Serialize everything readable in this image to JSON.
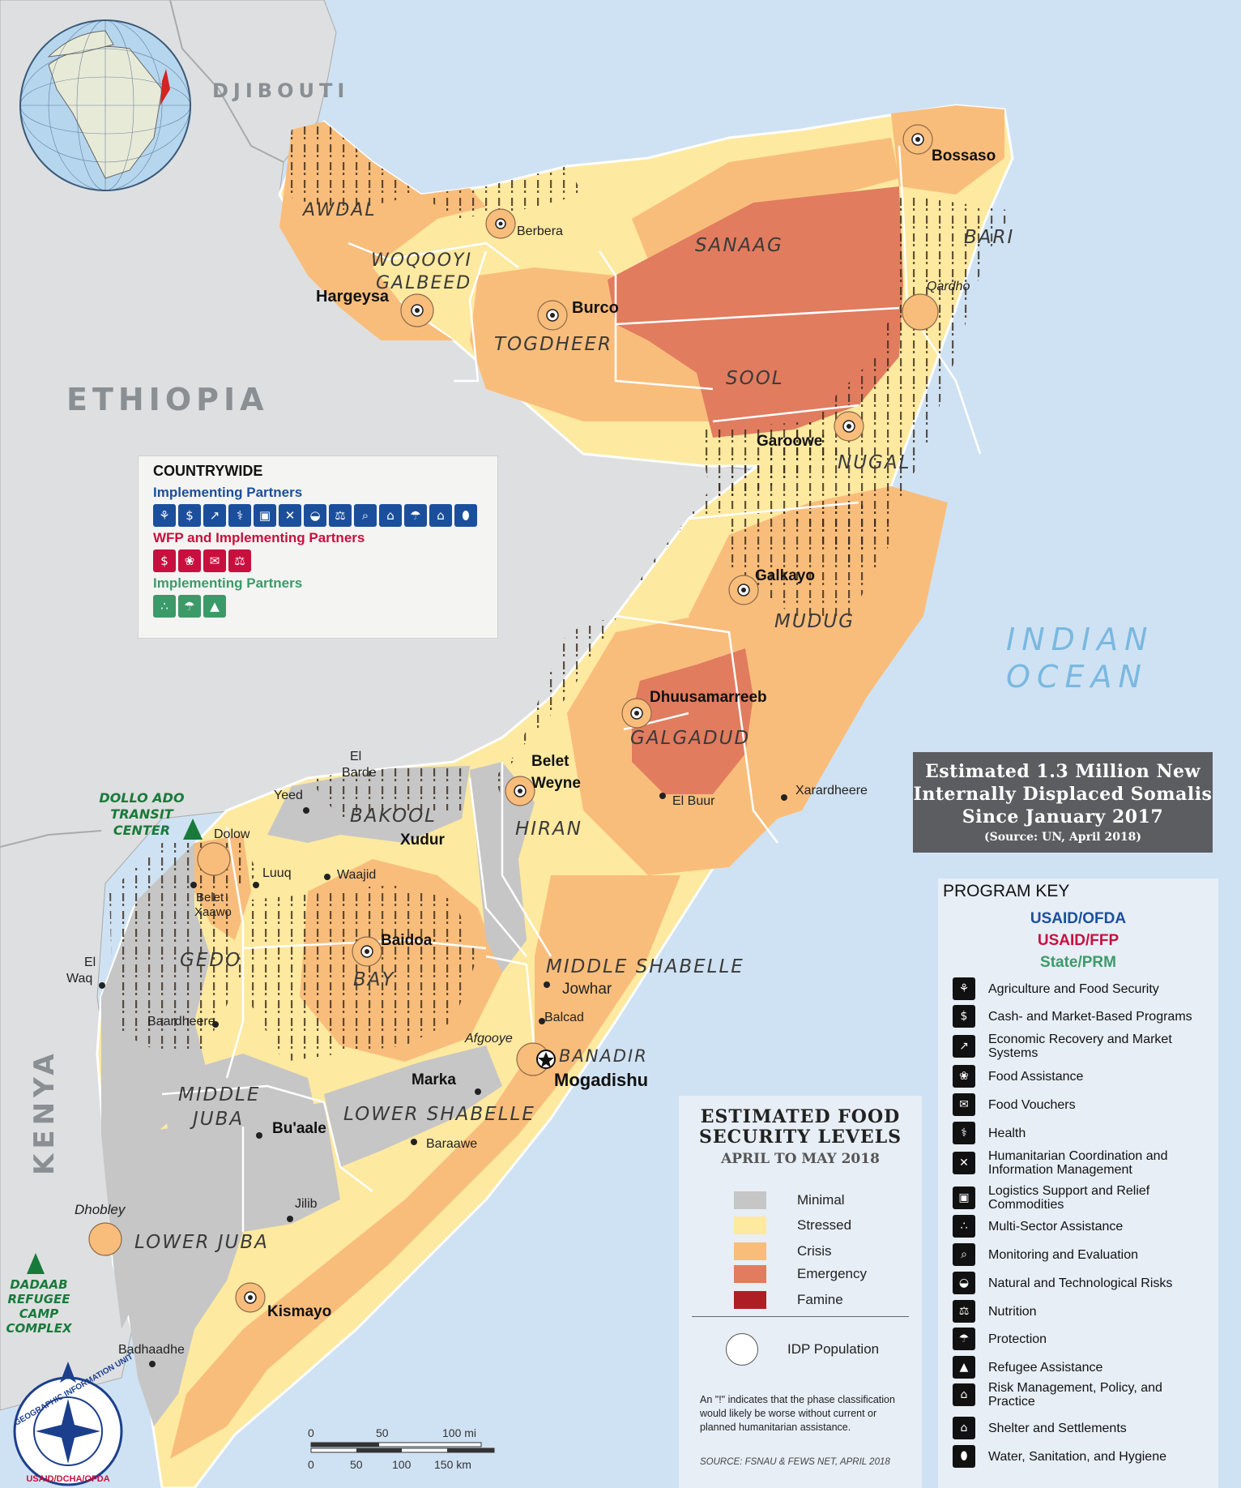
{
  "countries": {
    "djibouti": "DJIBOUTI",
    "ethiopia": "ETHIOPIA",
    "kenya": "KENYA",
    "ocean": [
      "INDIAN",
      "OCEAN"
    ]
  },
  "regions": {
    "awdal": "AWDAL",
    "woqooyi": [
      "WOQOOYI",
      "GALBEED"
    ],
    "togdheer": "TOGDHEER",
    "sanaag": "SANAAG",
    "sool": "SOOL",
    "bari": "BARI",
    "nugal": "NUGAL",
    "mudug": "MUDUG",
    "galgadud": "GALGADUD",
    "hiran": "HIRAN",
    "bakool": "BAKOOL",
    "gedo": "GEDO",
    "bay": "BAY",
    "middle_shabelle": "MIDDLE SHABELLE",
    "banadir": "BANADIR",
    "lower_shabelle": "LOWER SHABELLE",
    "middle_juba": [
      "MIDDLE",
      "JUBA"
    ],
    "lower_juba": "LOWER JUBA"
  },
  "cities": {
    "bossaso": "Bossaso",
    "hargeysa": "Hargeysa",
    "burco": "Burco",
    "garoowe": "Garoowe",
    "galkayo": "Galkayo",
    "dhuusamarreeb": "Dhuusamarreeb",
    "belet_weyne": [
      "Belet",
      "Weyne"
    ],
    "xudur": "Xudur",
    "baidoa": "Baidoa",
    "mogadishu": "Mogadishu",
    "marka": "Marka",
    "buaale": "Bu'aale",
    "kismayo": "Kismayo"
  },
  "towns": {
    "berbera": "Berbera",
    "qardho": "Qardho",
    "el_buur": "El Buur",
    "xarardheere": "Xarardheere",
    "el_barde": [
      "El",
      "Barde"
    ],
    "yeed": "Yeed",
    "dolow": "Dolow",
    "luuq": "Luuq",
    "waajid": "Waajid",
    "belet_xaawo": [
      "Belet",
      "Xaawo"
    ],
    "el_waq": [
      "El",
      "Waq"
    ],
    "baardheere": "Baardheere",
    "jowhar": "Jowhar",
    "balcad": "Balcad",
    "afgooye": "Afgooye",
    "baraawe": "Baraawe",
    "jilib": "Jilib",
    "dhobley": "Dhobley",
    "badhaadhe": "Badhaadhe"
  },
  "camps": {
    "dollo_ado": [
      "DOLLO ADO",
      "TRANSIT",
      "CENTER"
    ],
    "dadaab": [
      "DADAAB",
      "REFUGEE",
      "CAMP",
      "COMPLEX"
    ]
  },
  "countrywide": {
    "title": "COUNTRYWIDE",
    "ofda_partners": "Implementing Partners",
    "ofda_icons": [
      "agriculture-icon",
      "cash-icon",
      "economic-icon",
      "health-icon",
      "logistics-icon",
      "coordination-icon",
      "natural-risk-icon",
      "nutrition-icon",
      "monitoring-icon",
      "risk-management-icon",
      "protection-icon",
      "shelter-icon",
      "water-icon"
    ],
    "ffp_partners": "WFP and Implementing Partners",
    "ffp_icons": [
      "cash-icon",
      "food-assistance-icon",
      "food-vouchers-icon",
      "nutrition-icon"
    ],
    "prm_partners": "Implementing Partners",
    "prm_icons": [
      "multi-sector-icon",
      "protection-icon",
      "refugee-icon"
    ]
  },
  "idp_box": {
    "lines": [
      "Estimated 1.3 Million New",
      "Internally Displaced Somalis",
      "Since January 2017"
    ],
    "source": "(Source: UN, April 2018)"
  },
  "food_legend": {
    "title": [
      "ESTIMATED FOOD",
      "SECURITY LEVELS"
    ],
    "period": "APRIL TO MAY 2018",
    "levels": [
      {
        "label": "Minimal",
        "color": "#c6c6c6"
      },
      {
        "label": "Stressed",
        "color": "#fde9a0"
      },
      {
        "label": "Crisis",
        "color": "#f9bd7b"
      },
      {
        "label": "Emergency",
        "color": "#e17c5f"
      },
      {
        "label": "Famine",
        "color": "#ad1f24"
      }
    ],
    "idp_label": "IDP Population",
    "note": "An \"!\" indicates that the phase classification would likely be worse without current or planned humanitarian assistance.",
    "source": "SOURCE: FSNAU & FEWS NET, APRIL 2018"
  },
  "program_key": {
    "title": "PROGRAM KEY",
    "agencies": [
      {
        "label": "USAID/OFDA",
        "color": "#1b4f9c"
      },
      {
        "label": "USAID/FFP",
        "color": "#c8103e"
      },
      {
        "label": "State/PRM",
        "color": "#3c9a69"
      }
    ],
    "items": [
      {
        "label": "Agriculture and Food Security",
        "icon": "agriculture-icon"
      },
      {
        "label": "Cash- and Market-Based Programs",
        "icon": "cash-icon"
      },
      {
        "label": "Economic Recovery and Market Systems",
        "icon": "economic-icon"
      },
      {
        "label": "Food Assistance",
        "icon": "food-assistance-icon"
      },
      {
        "label": "Food Vouchers",
        "icon": "food-vouchers-icon"
      },
      {
        "label": "Health",
        "icon": "health-icon"
      },
      {
        "label": "Humanitarian Coordination and Information Management",
        "icon": "coordination-icon"
      },
      {
        "label": "Logistics Support and Relief Commodities",
        "icon": "logistics-icon"
      },
      {
        "label": "Multi-Sector Assistance",
        "icon": "multi-sector-icon"
      },
      {
        "label": "Monitoring and Evaluation",
        "icon": "monitoring-icon"
      },
      {
        "label": "Natural and Technological Risks",
        "icon": "natural-risk-icon"
      },
      {
        "label": "Nutrition",
        "icon": "nutrition-icon"
      },
      {
        "label": "Protection",
        "icon": "protection-icon"
      },
      {
        "label": "Refugee Assistance",
        "icon": "refugee-icon"
      },
      {
        "label": "Risk Management, Policy, and Practice",
        "icon": "risk-management-icon"
      },
      {
        "label": "Shelter and Settlements",
        "icon": "shelter-icon"
      },
      {
        "label": "Water, Sanitation, and Hygiene",
        "icon": "water-icon"
      }
    ]
  },
  "scale": {
    "mi": [
      "0",
      "50",
      "100 mi"
    ],
    "km": [
      "0",
      "50",
      "100",
      "150 km"
    ]
  },
  "logo": {
    "ring_text": "GEOGRAPHIC INFORMATION UNIT",
    "bottom_text": "USAID/DCHA/OFDA"
  }
}
